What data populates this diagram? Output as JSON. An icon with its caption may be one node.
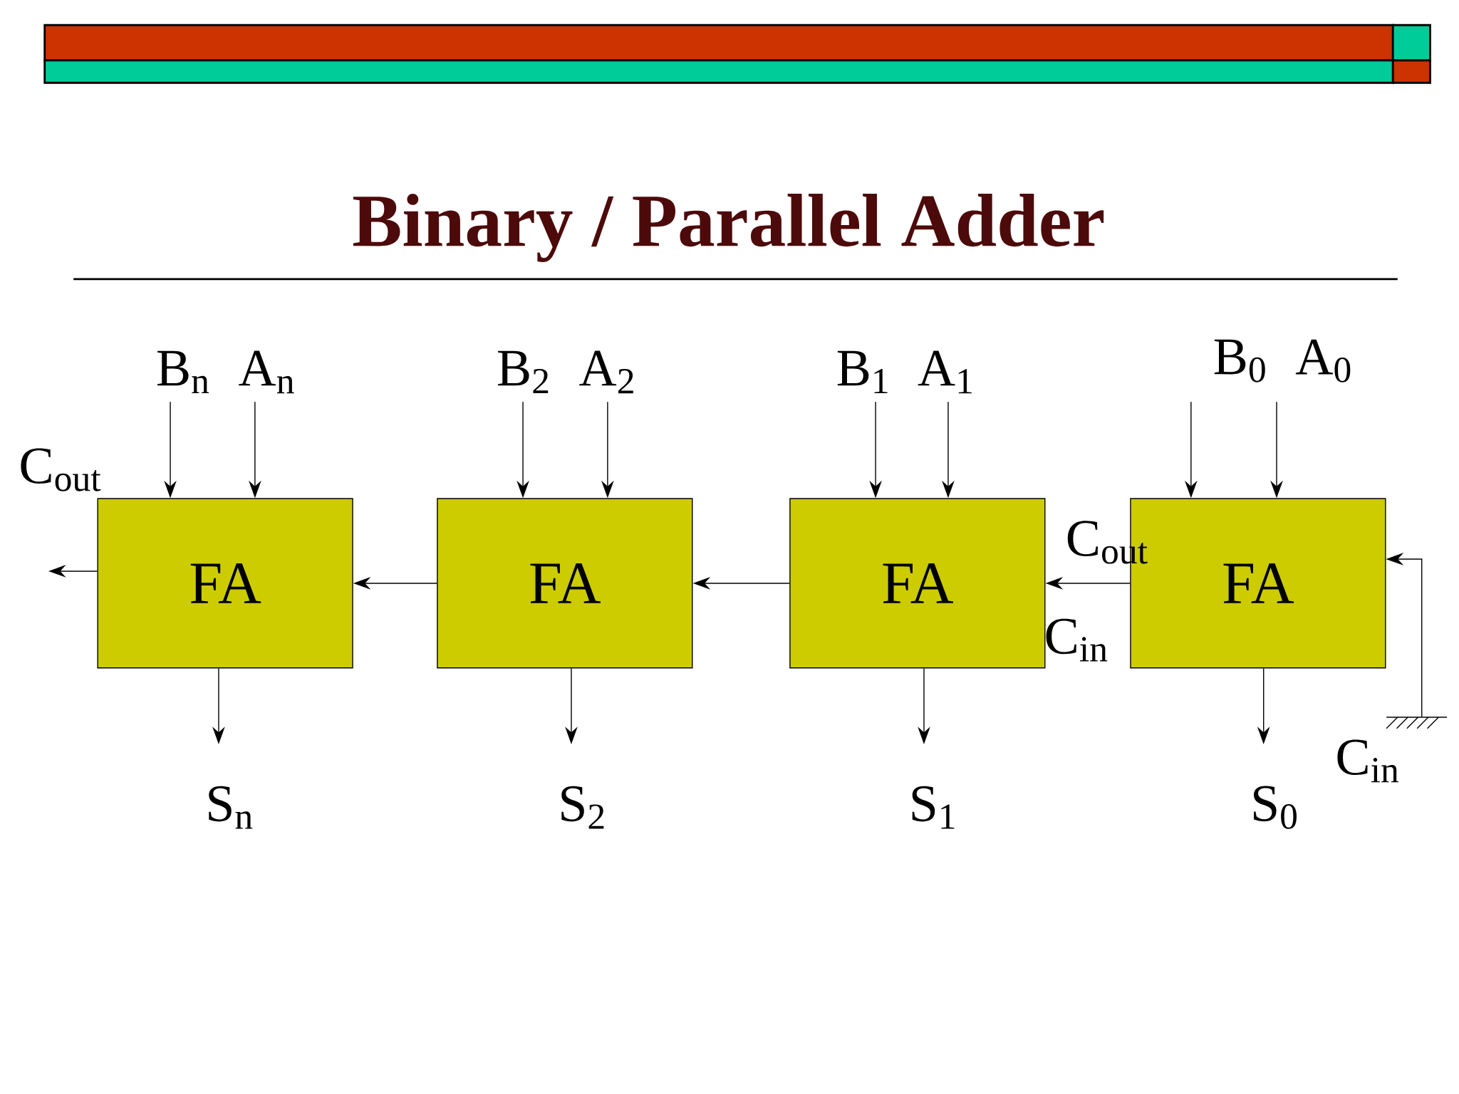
{
  "diagram": {
    "title": "Binary / Parallel Adder",
    "nodes": [
      {
        "text": [
          "B$_{n}$"
        ]
      },
      {
        "text": [
          "A$_{n}$"
        ]
      },
      {
        "text": [
          "B$_{2}$"
        ]
      },
      {
        "text": [
          "A$_{2}$"
        ]
      },
      {
        "text": [
          "B$_{1}$"
        ]
      },
      {
        "text": [
          "A$_{1}$"
        ]
      },
      {
        "text": [
          "B$_{0}$"
        ]
      },
      {
        "text": [
          "A$_{0}$"
        ]
      },
      {
        "text": [
          "FA"
        ]
      },
      {
        "text": [
          "FA"
        ]
      },
      {
        "text": [
          "FA"
        ]
      },
      {
        "text": [
          "FA"
        ]
      },
      {
        "text": [],
        "shape": "ground"
      },
      {
        "text": [
          "S$_{n}$"
        ]
      },
      {
        "text": [
          "S$_{2}$"
        ]
      },
      {
        "text": [
          "S$_{1}$"
        ]
      },
      {
        "text": [
          "S$_{0}$"
        ]
      }
    ],
    "edges": [
      {
        "from": 0,
        "to": 8,
        "arrow": "to"
      },
      {
        "from": 1,
        "to": 8,
        "arrow": "to"
      },
      {
        "from": 2,
        "to": 9,
        "arrow": "to"
      },
      {
        "from": 3,
        "to": 9,
        "arrow": "to"
      },
      {
        "from": 4,
        "to": 10,
        "arrow": "to"
      },
      {
        "from": 5,
        "to": 10,
        "arrow": "to"
      },
      {
        "from": 6,
        "to": 11,
        "arrow": "to"
      },
      {
        "from": 7,
        "to": 11,
        "arrow": "to"
      },
      {
        "from": 9,
        "to": 8,
        "arrow": "to"
      },
      {
        "from": 10,
        "to": 9,
        "arrow": "to"
      },
      {
        "from": 11,
        "to": 10,
        "arrow": "to"
      },
      {
        "from": 8,
        "to": null,
        "arrow": "to"
      },
      {
        "from": 12,
        "to": 11,
        "arrow": "to"
      },
      {
        "from": 8,
        "to": 13,
        "arrow": "to"
      },
      {
        "from": 9,
        "to": 14,
        "arrow": "to"
      },
      {
        "from": 10,
        "to": 15,
        "arrow": "to"
      },
      {
        "from": 11,
        "to": 16,
        "arrow": "to"
      }
    ],
    "labels": [
      "C$_{out}$",
      "C$_{out}$",
      "C$_{in}$",
      "C$_{in}$"
    ]
  }
}
